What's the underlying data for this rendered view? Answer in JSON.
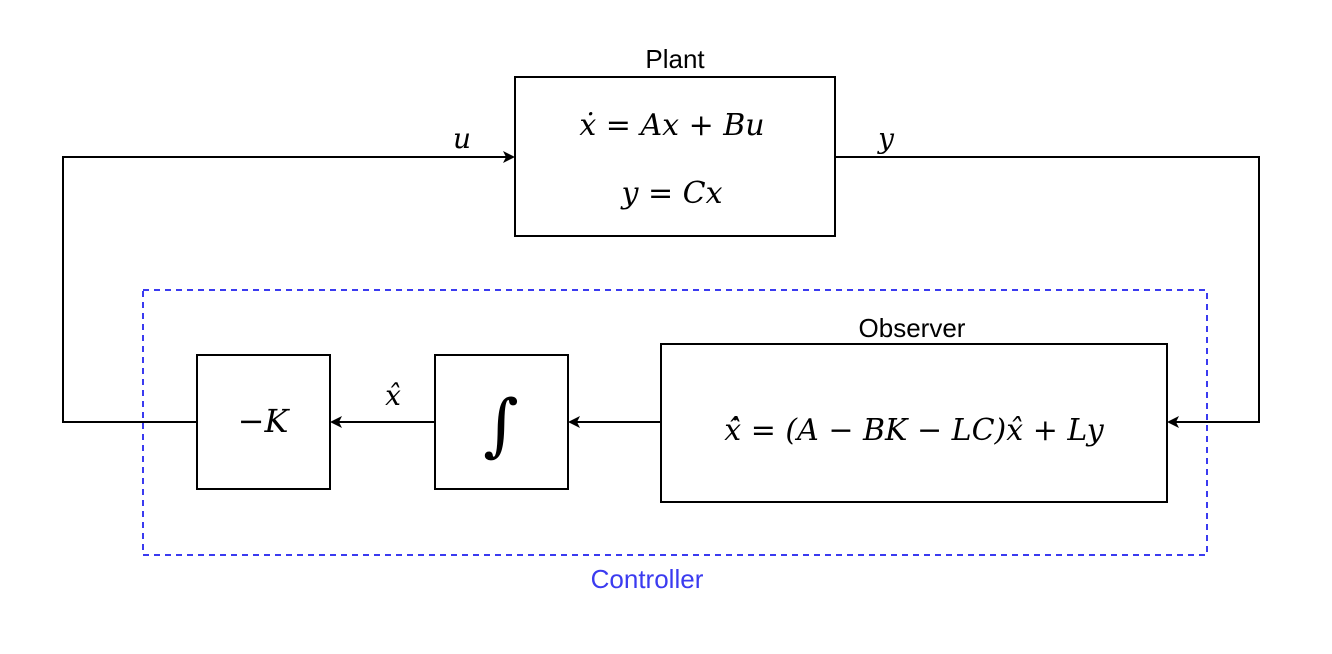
{
  "plant": {
    "title": "Plant",
    "eq1": "ẋ = Ax + Bu",
    "eq2": "y = Cx"
  },
  "observer": {
    "title": "Observer",
    "eq": "x̂̇ = (A − BK − LC)x̂ + Ly"
  },
  "integrator": {
    "symbol": "∫"
  },
  "gain": {
    "label": "−K"
  },
  "signals": {
    "u": "u",
    "y": "y",
    "xhat": "x̂"
  },
  "controller": {
    "label": "Controller",
    "color": "#3b3bf0"
  }
}
